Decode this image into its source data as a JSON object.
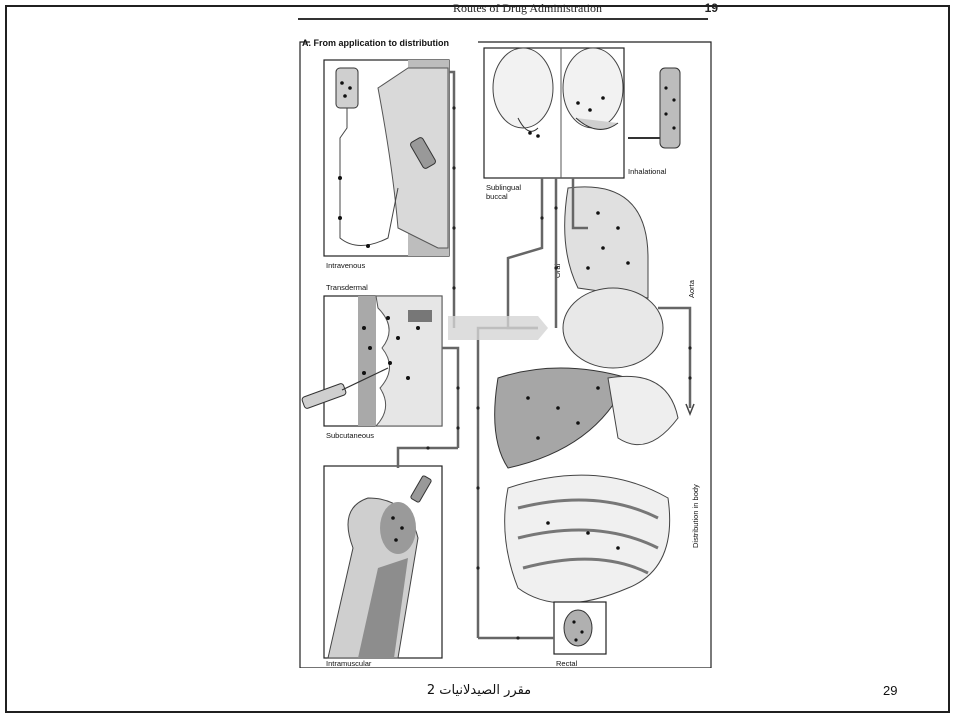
{
  "book_header": {
    "title": "Routes of Drug Administration",
    "page_number": "19"
  },
  "figure": {
    "section_title": "A. From application to distribution",
    "labels": {
      "intravenous": "Intravenous",
      "transdermal": "Transdermal",
      "subcutaneous": "Subcutaneous",
      "intramuscular": "Intramuscular",
      "sublingual": "Sublingual",
      "buccal": "buccal",
      "inhalational": "Inhalational",
      "oral": "Oral",
      "aorta": "Aorta",
      "distribution": "Distribution in body",
      "rectal": "Rectal"
    }
  },
  "footer": {
    "course_text": "مقرر الصيدلانيات 2",
    "slide_number": "29"
  }
}
